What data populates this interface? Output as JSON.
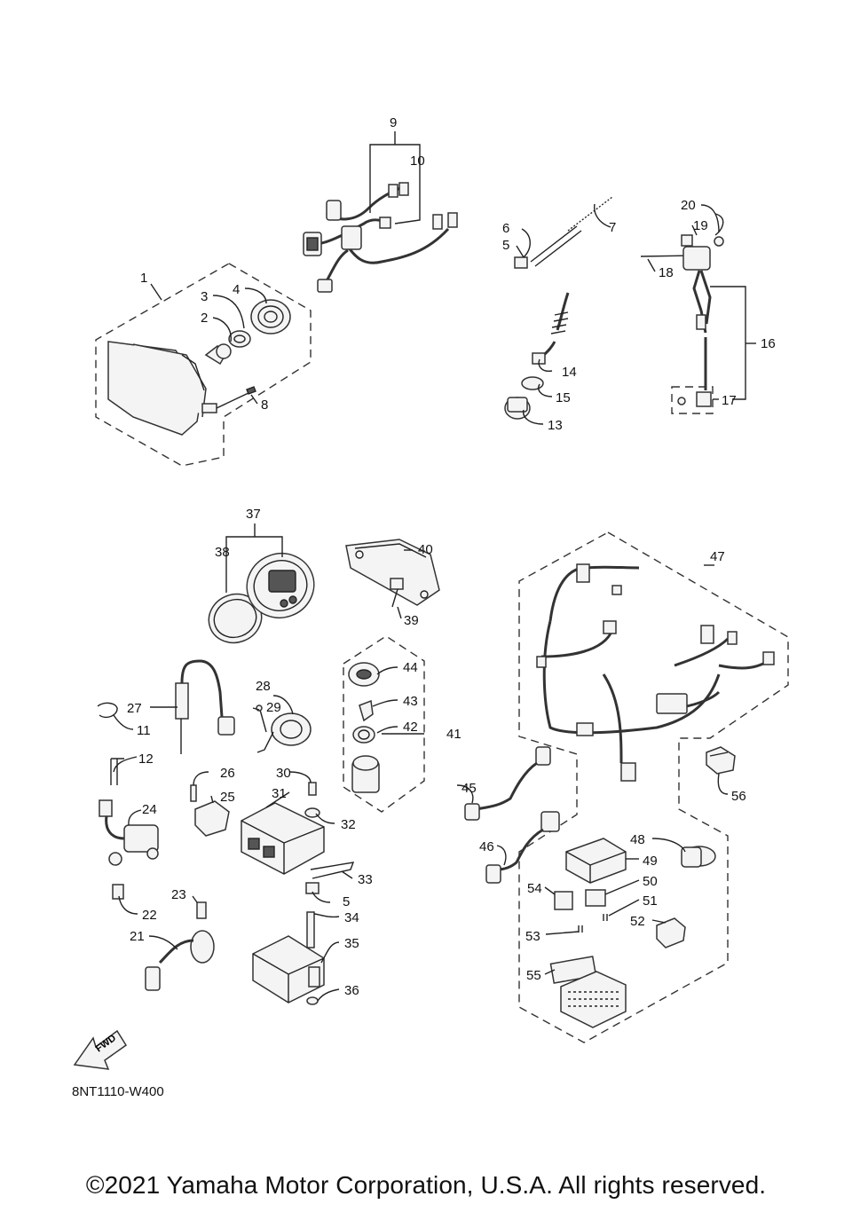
{
  "diagram": {
    "callouts": [
      "1",
      "2",
      "3",
      "4",
      "5",
      "5",
      "6",
      "7",
      "8",
      "9",
      "10",
      "11",
      "12",
      "13",
      "14",
      "15",
      "16",
      "17",
      "18",
      "19",
      "20",
      "21",
      "22",
      "23",
      "24",
      "25",
      "26",
      "27",
      "28",
      "29",
      "30",
      "31",
      "32",
      "33",
      "34",
      "35",
      "36",
      "37",
      "38",
      "39",
      "40",
      "41",
      "42",
      "43",
      "44",
      "45",
      "46",
      "47",
      "48",
      "49",
      "50",
      "51",
      "52",
      "53",
      "54",
      "55",
      "56"
    ],
    "fwd_label": "FWD",
    "diagram_code": "8NT1110-W400"
  },
  "footer": {
    "copyright": "©2021 Yamaha Motor Corporation, U.S.A. All rights reserved."
  }
}
